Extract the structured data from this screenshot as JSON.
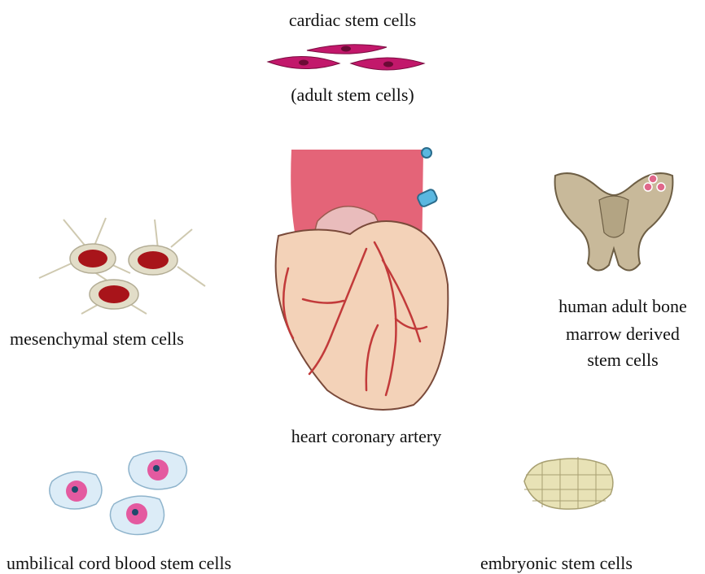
{
  "labels": {
    "cardiac_title": "cardiac stem cells",
    "cardiac_sub": "(adult stem cells)",
    "bone_line1": "human adult bone",
    "bone_line2": "marrow derived",
    "bone_line3": "stem cells",
    "mesenchymal": "mesenchymal stem cells",
    "heart": "heart coronary artery",
    "umbilical": "umbilical cord blood stem cells",
    "embryonic": "embryonic stem cells"
  },
  "colors": {
    "cardiac_cell": "#c2186b",
    "mesenchymal_body": "#e2ddc8",
    "mesenchymal_nucleus": "#a8141a",
    "heart_muscle": "#f3d2b8",
    "heart_vessels": "#e46478",
    "coronary_artery": "#c23a3a",
    "bone": "#c8b99a",
    "umbilical_cell": "#dcecf7",
    "umbilical_nucleus": "#e45aa0",
    "embryonic_cells": "#e8e2b6"
  }
}
